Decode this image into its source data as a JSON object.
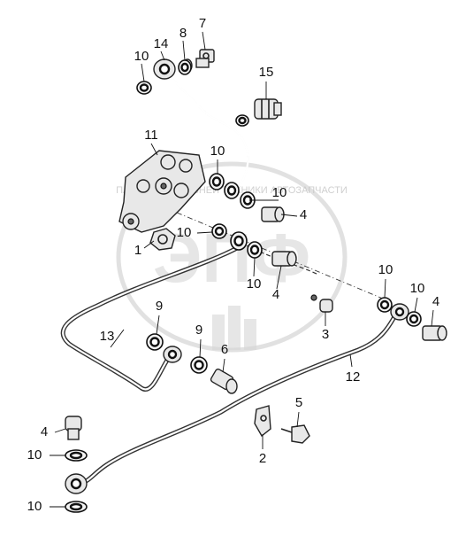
{
  "watermark": {
    "big_text": "ЭПФ",
    "small_text": "ПАРТНЁРЫ ДАЛЬНЕЙ ТЕХНИКИ АВТОЗАПЧАСТИ"
  },
  "callouts": [
    "1",
    "2",
    "3",
    "4",
    "4",
    "4",
    "4",
    "5",
    "6",
    "7",
    "8",
    "9",
    "9",
    "10",
    "10",
    "10",
    "10",
    "10",
    "10",
    "10",
    "10",
    "10",
    "11",
    "12",
    "13",
    "14",
    "15"
  ]
}
